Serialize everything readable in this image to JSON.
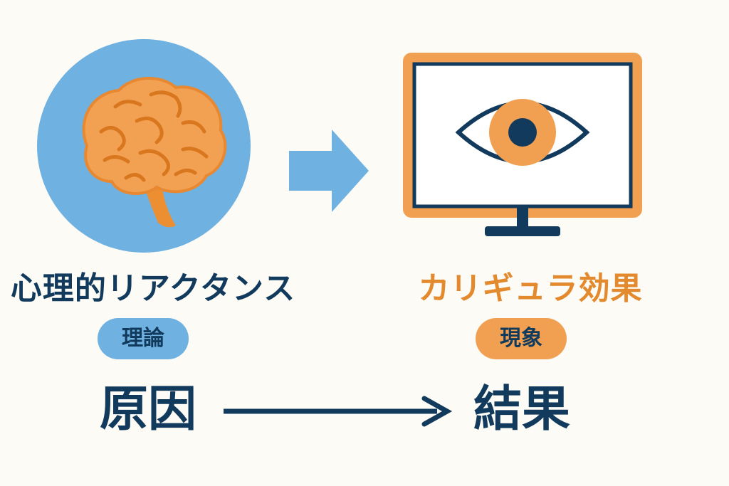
{
  "left": {
    "icon": "brain-icon",
    "title": "心理的リアクタンス",
    "badge": "理論"
  },
  "right": {
    "icon": "monitor-eye-icon",
    "title": "カリギュラ効果",
    "badge": "現象"
  },
  "bottom": {
    "cause": "原因",
    "effect": "結果"
  },
  "colors": {
    "navy": "#123a5c",
    "orange": "#f0a050",
    "orange_text": "#e3892e",
    "blue": "#6fb1e0",
    "background": "#fcfbf6"
  }
}
